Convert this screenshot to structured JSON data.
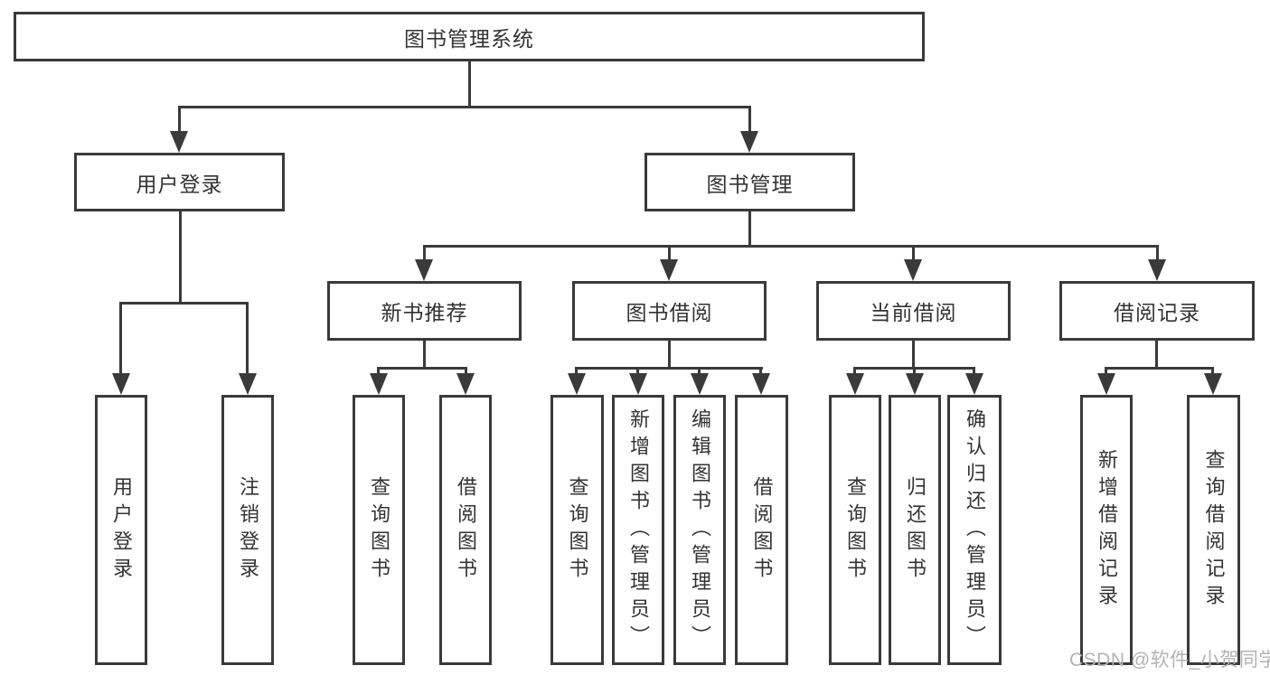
{
  "diagram": {
    "title": "图书管理系统",
    "root": {
      "label": "图书管理系统"
    },
    "level2": [
      {
        "label": "用户登录"
      },
      {
        "label": "图书管理"
      }
    ],
    "level3": [
      {
        "label": "新书推荐"
      },
      {
        "label": "图书借阅"
      },
      {
        "label": "当前借阅"
      },
      {
        "label": "借阅记录"
      }
    ],
    "groups": [
      {
        "parent": "用户登录",
        "children": [
          "用户登录",
          "注销登录"
        ]
      },
      {
        "parent": "新书推荐",
        "children": [
          "查询图书",
          "借阅图书"
        ]
      },
      {
        "parent": "图书借阅",
        "children": [
          "查询图书",
          "新增图书（管理员）",
          "编辑图书（管理员）",
          "借阅图书"
        ]
      },
      {
        "parent": "当前借阅",
        "children": [
          "查询图书",
          "归还图书",
          "确认归还（管理员）"
        ]
      },
      {
        "parent": "借阅记录",
        "children": [
          "新增借阅记录",
          "查询借阅记录"
        ]
      }
    ]
  },
  "watermark": {
    "text": "CSDN @软件_小贺同学"
  },
  "colors": {
    "line": "#3a3a3a",
    "text": "#333333",
    "watermark": "#b3b3b3",
    "background": "#ffffff"
  }
}
